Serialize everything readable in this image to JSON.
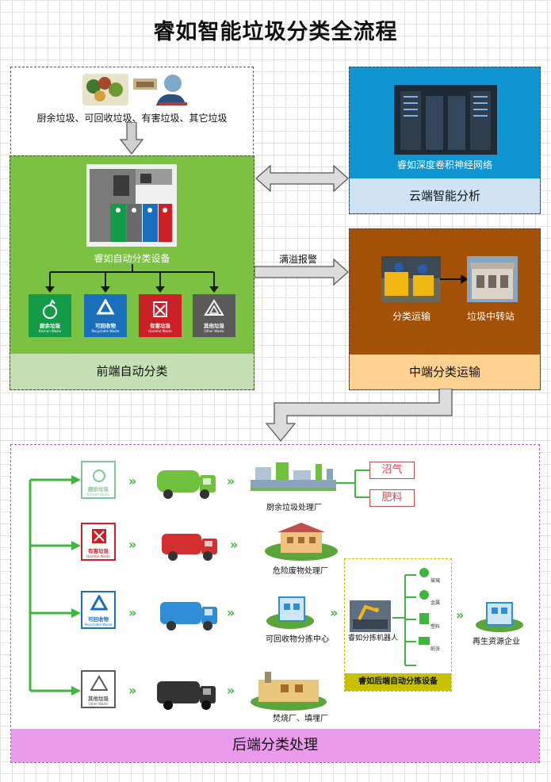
{
  "title": "睿如智能垃圾分类全流程",
  "source": {
    "label": "厨余垃圾、可回收垃圾、有害垃圾、其它垃圾"
  },
  "front": {
    "device_label": "睿如自动分类设备",
    "footer": "前端自动分类",
    "bins": [
      {
        "name": "厨余垃圾",
        "sub": "Kitchen Waste",
        "color": "#139b48"
      },
      {
        "name": "可回收物",
        "sub": "Recyclable Waste",
        "color": "#1a6fbc"
      },
      {
        "name": "有害垃圾",
        "sub": "Harmful Waste",
        "color": "#cc2027"
      },
      {
        "name": "其他垃圾",
        "sub": "Other Waste",
        "color": "#5a5a5a"
      }
    ]
  },
  "cloud": {
    "image_label": "睿如深度卷积神经网络",
    "footer": "云端智能分析"
  },
  "mid": {
    "alarm_label": "满溢报警",
    "transport_label": "分类运输",
    "station_label": "垃圾中转站",
    "footer": "中端分类运输"
  },
  "back": {
    "footer": "后端分类处理",
    "rows": [
      {
        "bin": "厨余垃圾",
        "bin_sub": "Kitchen Waste",
        "bin_color": "#139b48",
        "truck_color": "#6fc13e",
        "facility": "厨余垃圾处理厂"
      },
      {
        "bin": "有害垃圾",
        "bin_sub": "Harmful Waste",
        "bin_color": "#cc2027",
        "truck_color": "#d32f2f",
        "facility": "危险废物处理厂"
      },
      {
        "bin": "可回收物",
        "bin_sub": "Recyclable Waste",
        "bin_color": "#1a6fbc",
        "truck_color": "#2f8ed6",
        "facility": "可回收物分拣中心"
      },
      {
        "bin": "其他垃圾",
        "bin_sub": "Other Waste",
        "bin_color": "#5a5a5a",
        "truck_color": "#333333",
        "facility": "焚烧厂、填埋厂"
      }
    ],
    "kitchen_outputs": [
      "沼气",
      "肥料"
    ],
    "robot_label": "睿如分拣机器人",
    "sort_device_label": "睿如后端自动分拣设备",
    "materials": [
      "玻璃",
      "金属",
      "塑料",
      "纸张"
    ],
    "recycler_label": "再生资源企业"
  }
}
